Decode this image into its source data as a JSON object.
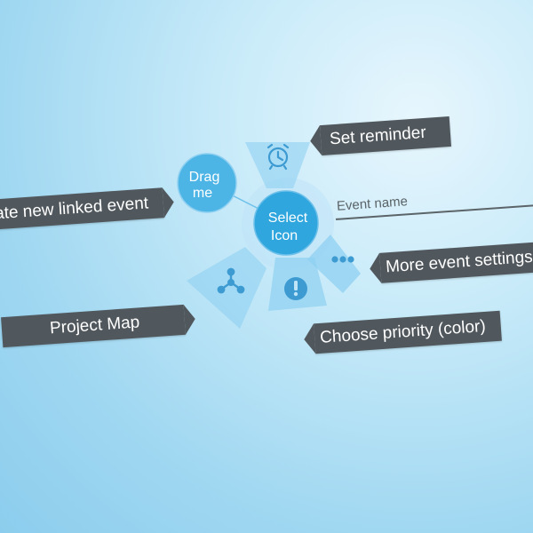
{
  "menu": {
    "center_line1": "Select",
    "center_line2": "Icon",
    "drag_line1": "Drag",
    "drag_line2": "me",
    "segments": [
      {
        "id": "reminder",
        "icon": "alarm-clock-icon"
      },
      {
        "id": "settings",
        "icon": "more-dots-icon"
      },
      {
        "id": "priority",
        "icon": "exclamation-icon"
      },
      {
        "id": "map",
        "icon": "network-icon"
      }
    ]
  },
  "event_name": {
    "placeholder": "Event name",
    "value": ""
  },
  "callouts": {
    "reminder": "Set reminder",
    "linked": "ate new linked event",
    "settings": "More event settings",
    "map": "Project Map",
    "priority": "Choose priority (color)"
  },
  "colors": {
    "accent": "#2fa6de",
    "drag_bubble": "#4db4e6",
    "segment_fill": "#8fd0f1",
    "icon": "#3d9bd2",
    "callout_bg": "#51585d",
    "callout_text": "#ffffff"
  }
}
